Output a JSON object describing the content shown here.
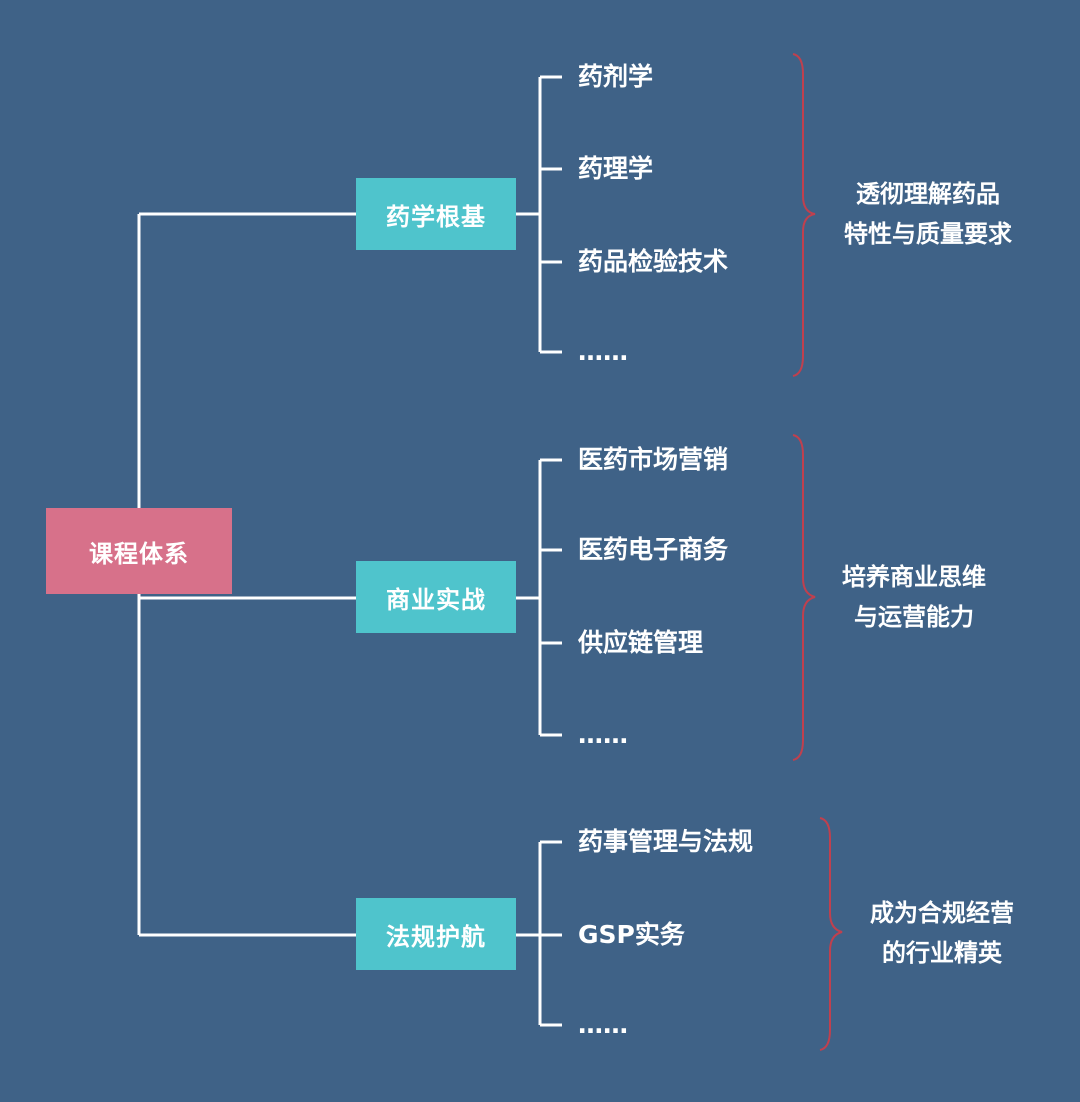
{
  "root": {
    "label": "课程体系",
    "color": "#d7718a"
  },
  "colors": {
    "background": "#3f6287",
    "category": "#4fc4cc",
    "lines": "#ffffff",
    "brace": "#c0404e",
    "text": "#ffffff"
  },
  "categories": [
    {
      "label": "药学根基",
      "items": [
        "药剂学",
        "药理学",
        "药品检验技术",
        "……"
      ],
      "summary": [
        "透彻理解药品",
        "特性与质量要求"
      ]
    },
    {
      "label": "商业实战",
      "items": [
        "医药市场营销",
        "医药电子商务",
        "供应链管理",
        "……"
      ],
      "summary": [
        "培养商业思维",
        "与运营能力"
      ]
    },
    {
      "label": "法规护航",
      "items": [
        "药事管理与法规",
        "GSP实务",
        "……"
      ],
      "summary": [
        "成为合规经营",
        "的行业精英"
      ]
    }
  ]
}
